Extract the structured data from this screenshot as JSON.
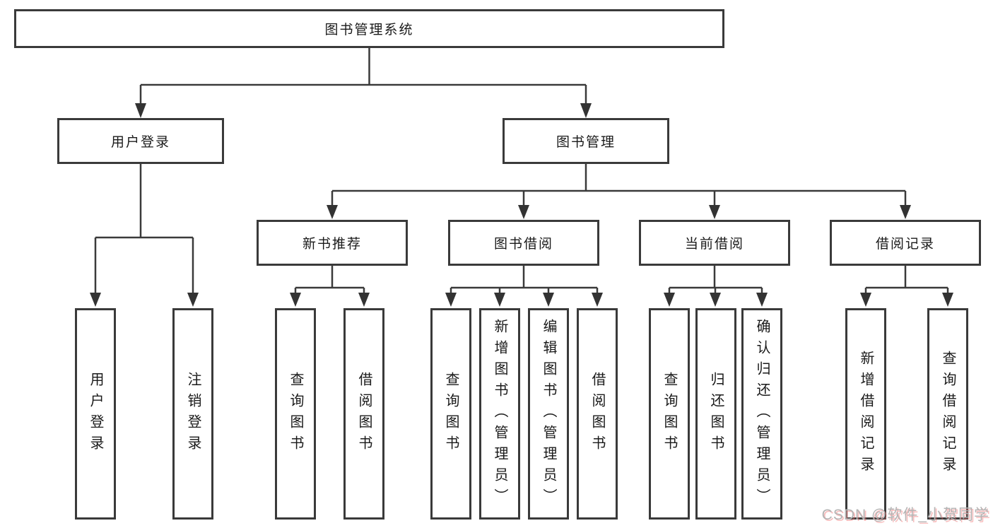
{
  "tree": {
    "label": "图书管理系统",
    "children": [
      {
        "label": "用户登录",
        "children": [
          {
            "label": "用户登录"
          },
          {
            "label": "注销登录"
          }
        ]
      },
      {
        "label": "图书管理",
        "children": [
          {
            "label": "新书推荐",
            "children": [
              {
                "label": "查询图书"
              },
              {
                "label": "借阅图书"
              }
            ]
          },
          {
            "label": "图书借阅",
            "children": [
              {
                "label": "查询图书"
              },
              {
                "label": "新增图书（管理员）"
              },
              {
                "label": "编辑图书（管理员）"
              },
              {
                "label": "借阅图书"
              }
            ]
          },
          {
            "label": "当前借阅",
            "children": [
              {
                "label": "查询图书"
              },
              {
                "label": "归还图书"
              },
              {
                "label": "确认归还（管理员）"
              }
            ]
          },
          {
            "label": "借阅记录",
            "children": [
              {
                "label": "新增借阅记录"
              },
              {
                "label": "查询借阅记录"
              }
            ]
          }
        ]
      }
    ]
  },
  "watermark": {
    "text": "CSDN @软件_小贺同学"
  },
  "colors": {
    "line": "#3a3a3a",
    "box_border": "#3a3a3a",
    "box_fill": "#ffffff",
    "text": "#1a1a1a",
    "watermark": "#b4b4b4",
    "watermark_shadow": "#f06e6e",
    "background": "#ffffff"
  }
}
